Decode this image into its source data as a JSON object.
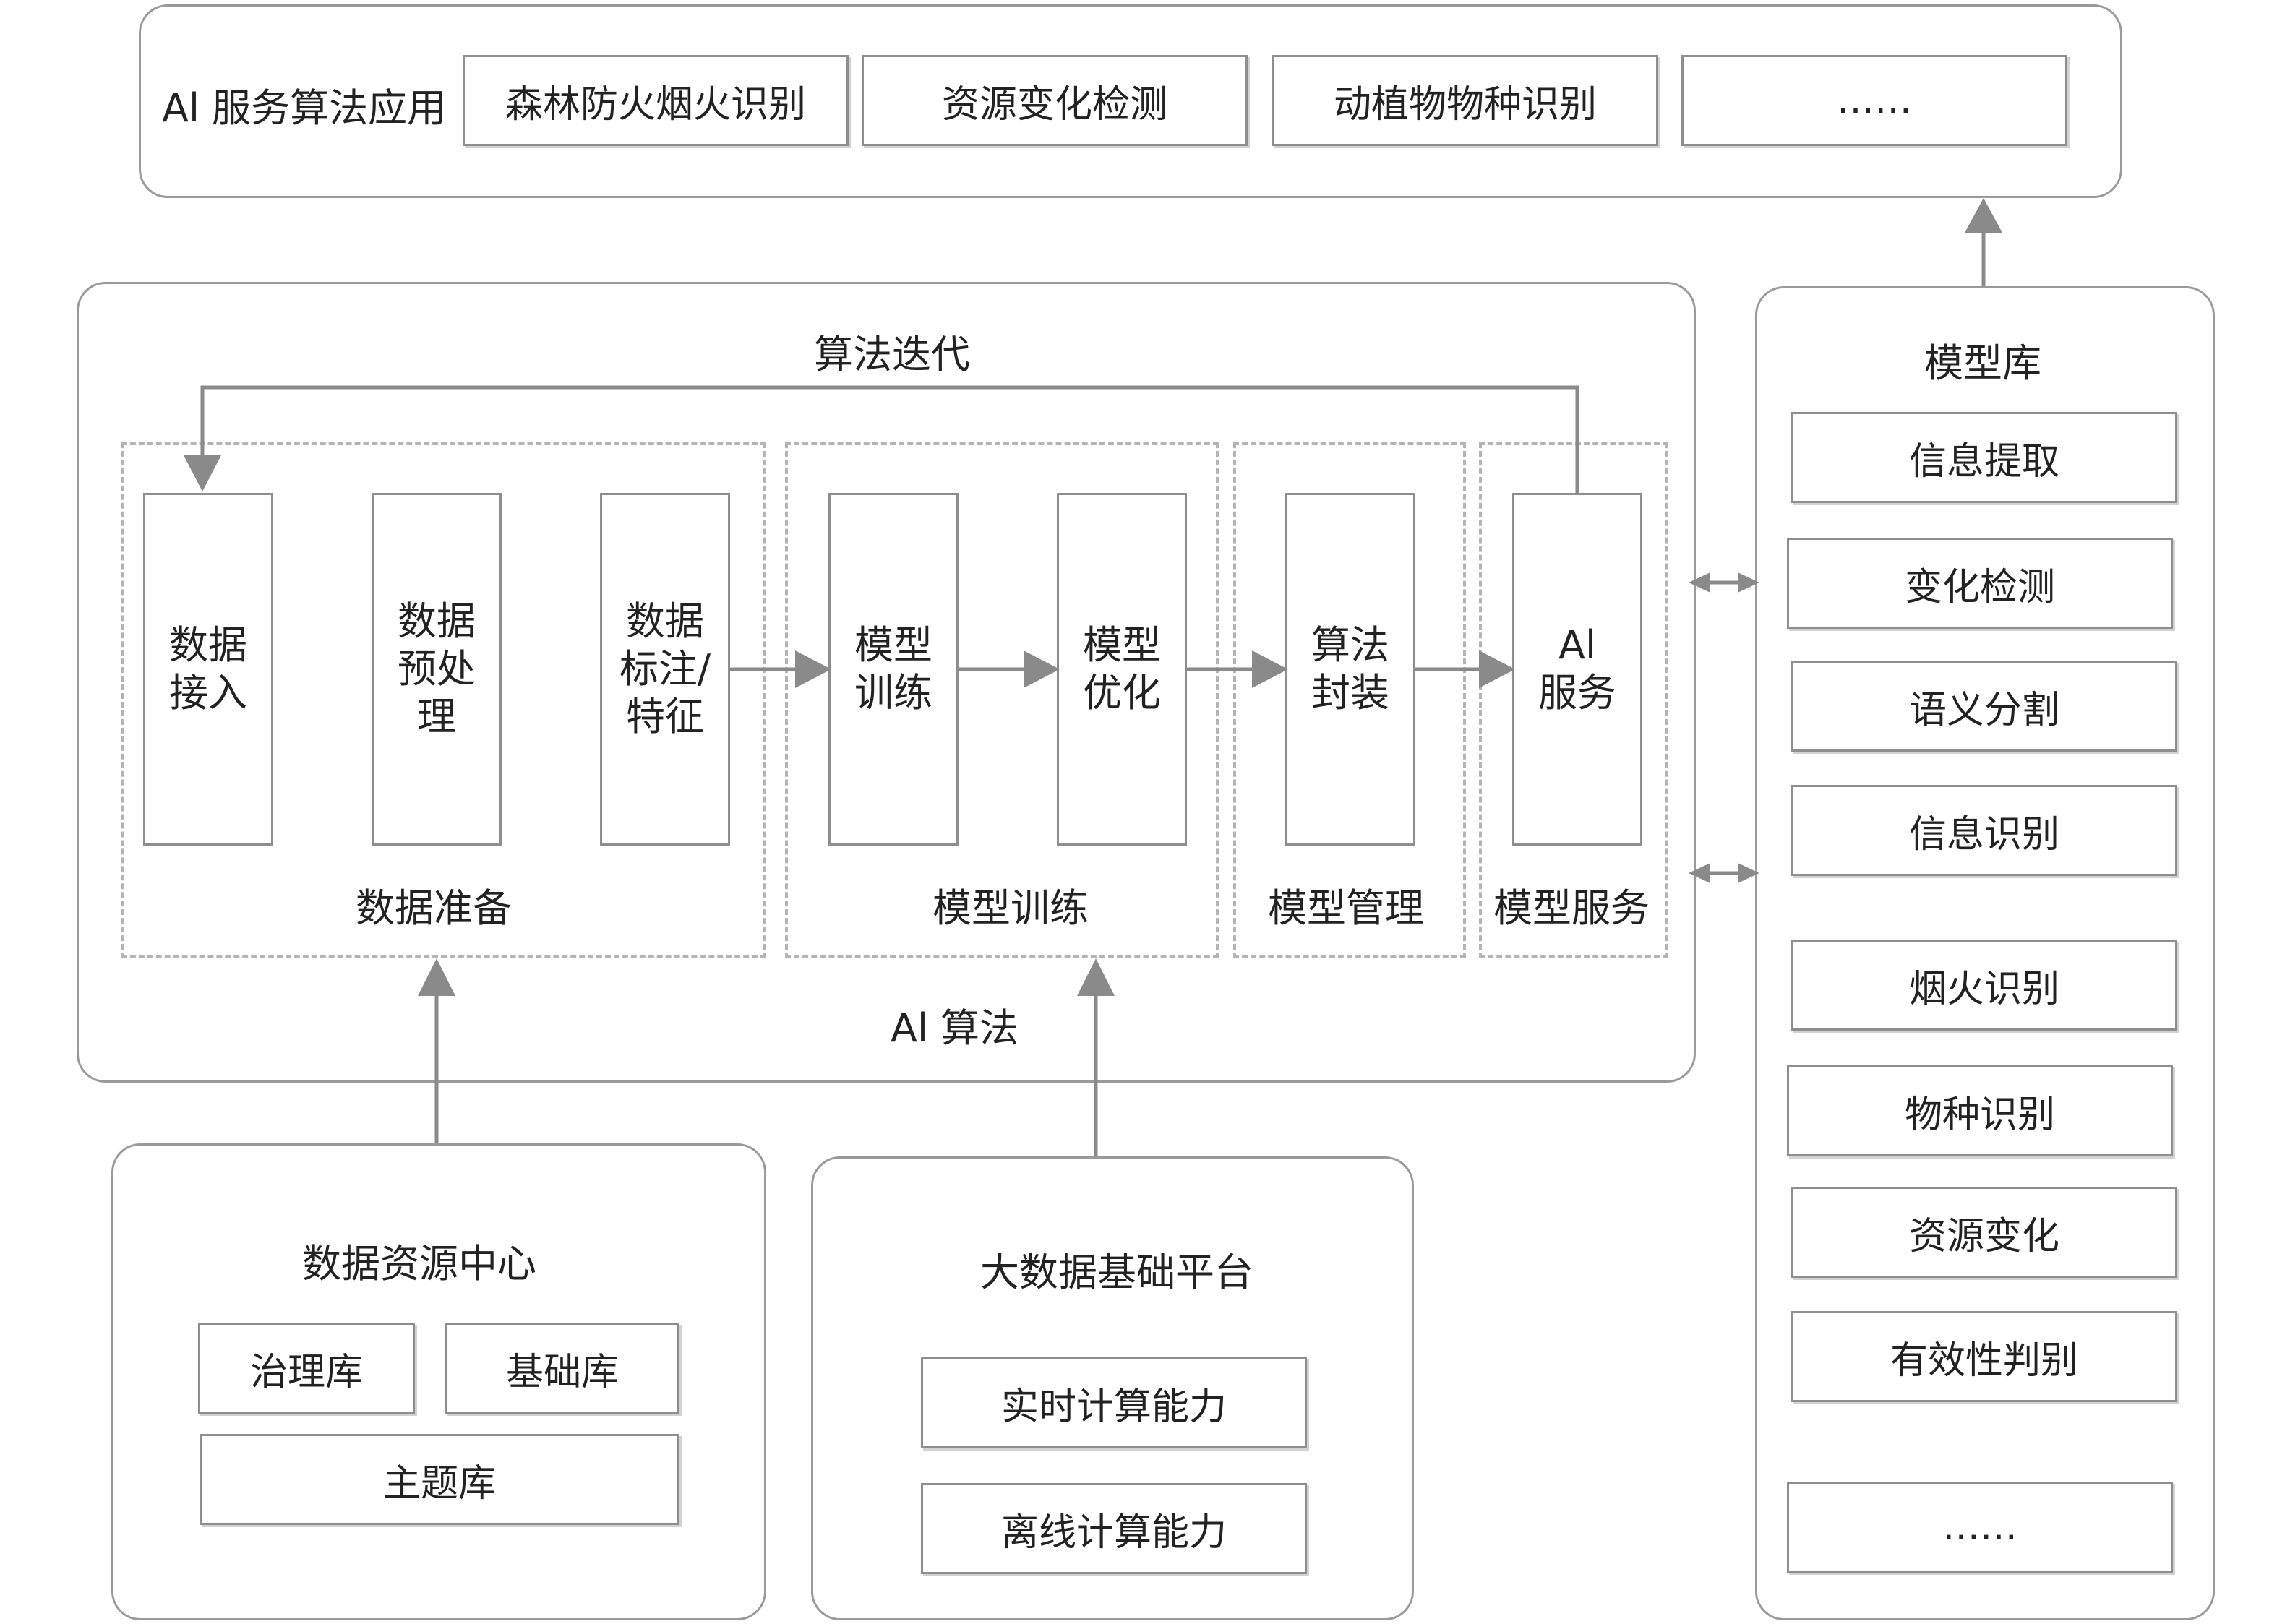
{
  "top": {
    "title": "Al 服务算法应用",
    "items": [
      "森林防火烟火识别",
      "资源变化检测",
      "动植物物种识别",
      "……"
    ]
  },
  "algo": {
    "iteration_label": "算法迭代",
    "footer_label": "Al 算法",
    "steps": [
      [
        "数据",
        "接入"
      ],
      [
        "数据",
        "预处",
        "理"
      ],
      [
        "数据",
        "标注/",
        "特征"
      ],
      [
        "模型",
        "训练"
      ],
      [
        "模型",
        "优化"
      ],
      [
        "算法",
        "封装"
      ],
      [
        "Al",
        "服务"
      ]
    ],
    "groups": [
      "数据准备",
      "模型训练",
      "模型管理",
      "模型服务"
    ]
  },
  "model_lib": {
    "title": "模型库",
    "items": [
      "信息提取",
      "变化检测",
      "语义分割",
      "信息识别",
      "烟火识别",
      "物种识别",
      "资源变化",
      "有效性判别",
      "……"
    ]
  },
  "data_center": {
    "title": "数据资源中心",
    "items": [
      "治理库",
      "基础库",
      "主题库"
    ]
  },
  "bigdata": {
    "title": "大数据基础平台",
    "items": [
      "实时计算能力",
      "离线计算能力"
    ]
  },
  "colors": {
    "line": "#8a8a8a",
    "border": "#9a9a9a",
    "dash": "#b4b4b4"
  }
}
